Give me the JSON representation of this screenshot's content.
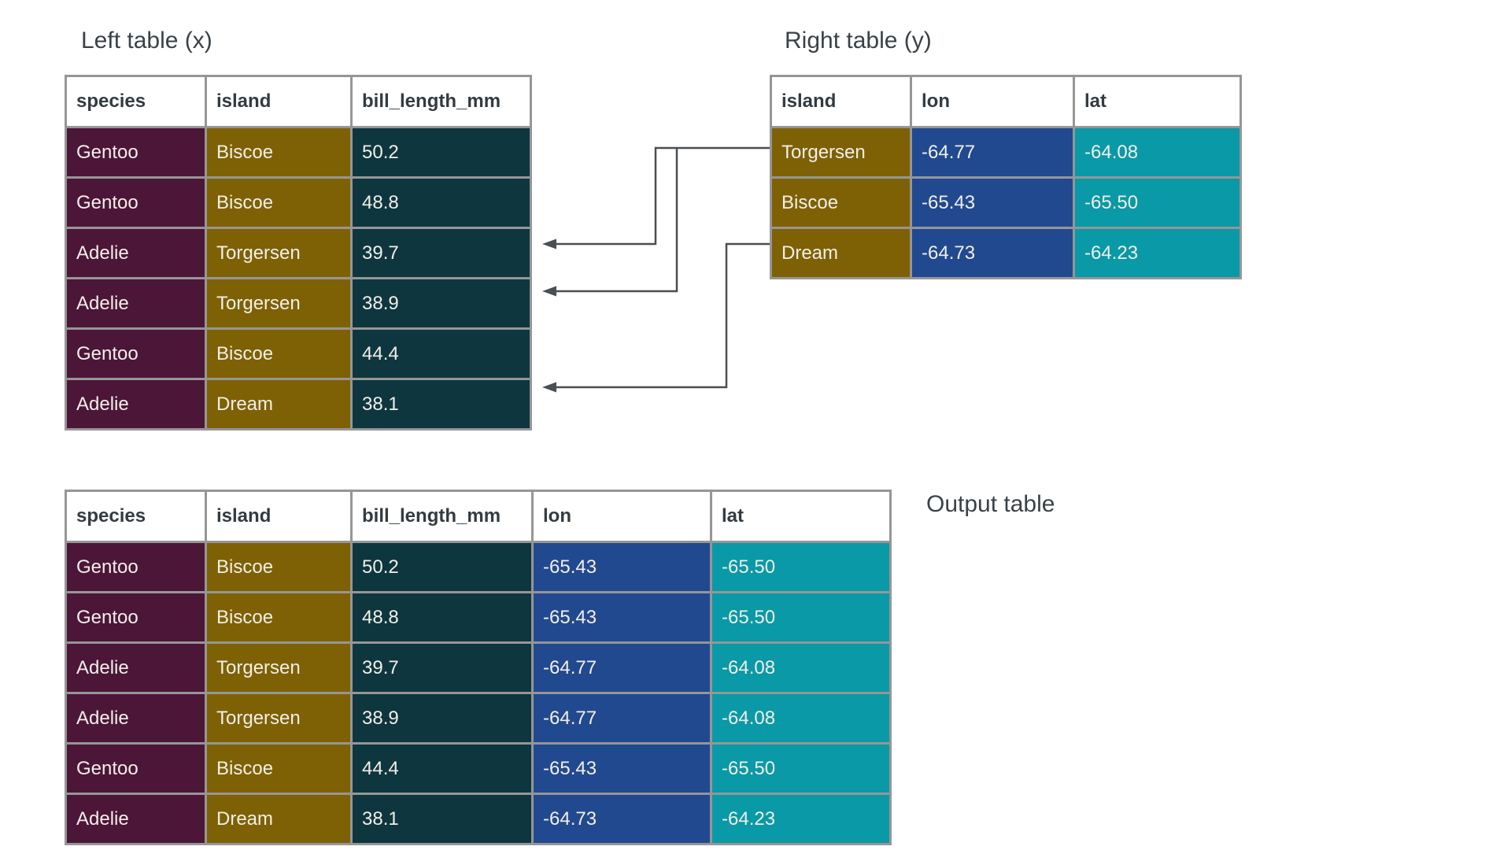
{
  "titles": {
    "left": "Left table (x)",
    "right": "Right table (y)",
    "output": "Output table"
  },
  "colors": {
    "species": "#4C1638",
    "island": "#7E6104",
    "bill_length_mm": "#0E363F",
    "lon": "#21498F",
    "lat": "#0A99A6",
    "header_bg": "#FFFFFF",
    "header_text": "#333B41",
    "cell_text": "#F2EFE9",
    "grid": "#969696",
    "arrow": "#4A4F52",
    "title_text": "#3A4247",
    "page_bg": "#FFFFFF"
  },
  "tables": {
    "left": {
      "columns": [
        {
          "label": "species",
          "color": "species"
        },
        {
          "label": "island",
          "color": "island"
        },
        {
          "label": "bill_length_mm",
          "color": "bill_length_mm"
        }
      ],
      "rows": [
        [
          "Gentoo",
          "Biscoe",
          "50.2"
        ],
        [
          "Gentoo",
          "Biscoe",
          "48.8"
        ],
        [
          "Adelie",
          "Torgersen",
          "39.7"
        ],
        [
          "Adelie",
          "Torgersen",
          "38.9"
        ],
        [
          "Gentoo",
          "Biscoe",
          "44.4"
        ],
        [
          "Adelie",
          "Dream",
          "38.1"
        ]
      ]
    },
    "right": {
      "columns": [
        {
          "label": "island",
          "color": "island"
        },
        {
          "label": "lon",
          "color": "lon"
        },
        {
          "label": "lat",
          "color": "lat"
        }
      ],
      "rows": [
        [
          "Torgersen",
          "-64.77",
          "-64.08"
        ],
        [
          "Biscoe",
          "-65.43",
          "-65.50"
        ],
        [
          "Dream",
          "-64.73",
          "-64.23"
        ]
      ]
    },
    "output": {
      "columns": [
        {
          "label": "species",
          "color": "species"
        },
        {
          "label": "island",
          "color": "island"
        },
        {
          "label": "bill_length_mm",
          "color": "bill_length_mm"
        },
        {
          "label": "lon",
          "color": "lon"
        },
        {
          "label": "lat",
          "color": "lat"
        }
      ],
      "rows": [
        [
          "Gentoo",
          "Biscoe",
          "50.2",
          "-65.43",
          "-65.50"
        ],
        [
          "Gentoo",
          "Biscoe",
          "48.8",
          "-65.43",
          "-65.50"
        ],
        [
          "Adelie",
          "Torgersen",
          "39.7",
          "-64.77",
          "-64.08"
        ],
        [
          "Adelie",
          "Torgersen",
          "38.9",
          "-64.77",
          "-64.08"
        ],
        [
          "Gentoo",
          "Biscoe",
          "44.4",
          "-65.43",
          "-65.50"
        ],
        [
          "Adelie",
          "Dream",
          "38.1",
          "-64.73",
          "-64.23"
        ]
      ]
    }
  }
}
